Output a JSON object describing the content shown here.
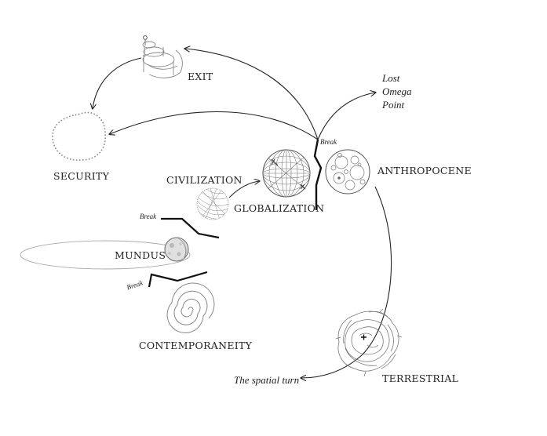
{
  "nodes": {
    "exit": "EXIT",
    "security": "SECURITY",
    "civilization": "CIVILIZATION",
    "globalization": "GLOBALIZATION",
    "anthropocene": "ANTHROPOCENE",
    "mundus": "MUNDUS",
    "contemporaneity": "CONTEMPORANEITY",
    "terrestrial": "TERRESTRIAL"
  },
  "annotations": {
    "lost_omega_point": [
      "Lost",
      "Omega",
      "Point"
    ],
    "spatial_turn": "The spatial turn",
    "break_labels": [
      "Break",
      "Break",
      "Break"
    ]
  },
  "colors": {
    "ink": "#222222",
    "sketch": "#777777",
    "faint": "#aaaaaa"
  }
}
